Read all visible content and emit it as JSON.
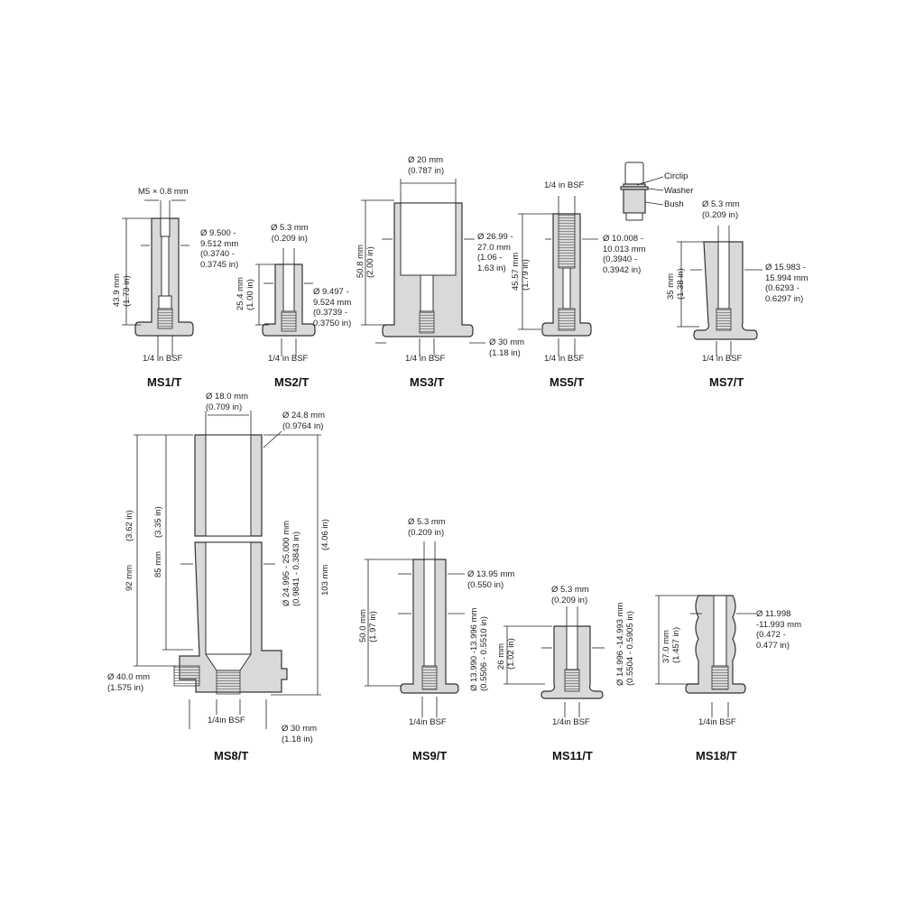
{
  "drawing": {
    "parts": [
      {
        "id": "MS1/T",
        "dims": {
          "thread_top": "M5 × 0.8 mm",
          "height": "43.9 mm",
          "height_in": "(1.73 in)",
          "od": "Ø 9.500 -\n9.512 mm\n(0.3740 -\n0.3745 in)",
          "thread_bottom": "1/4 in BSF"
        }
      },
      {
        "id": "MS2/T",
        "dims": {
          "bore": "Ø 5.3 mm",
          "bore_in": "(0.209 in)",
          "height": "25.4 mm",
          "height_in": "(1.00 in)",
          "od": "Ø 9.497 -\n9.524 mm\n(0.3739 -\n0.3750 in)",
          "thread_bottom": "1/4 in BSF"
        }
      },
      {
        "id": "MS3/T",
        "dims": {
          "bore": "Ø 20 mm",
          "bore_in": "(0.787 in)",
          "height": "50.8 mm",
          "height_in": "(2.00 in)",
          "od": "Ø 26.99 -\n27.0 mm\n(1.06 -\n1.63 in)",
          "flange": "Ø 30 mm",
          "flange_in": "(1.18 in)",
          "thread_bottom": "1/4 in BSF"
        }
      },
      {
        "id": "MS5/T",
        "dims": {
          "thread_top": "1/4 in BSF",
          "height": "45.57 mm",
          "height_in": "(1.79 in)",
          "od": "Ø 10.008 -\n10.013 mm\n(0.3940 -\n0.3942 in)",
          "thread_bottom": "1/4 in BSF"
        },
        "inset": {
          "labels": [
            "Circlip",
            "Washer",
            "Bush"
          ]
        }
      },
      {
        "id": "MS7/T",
        "dims": {
          "bore": "Ø 5.3 mm",
          "bore_in": "(0.209 in)",
          "height": "35 mm",
          "height_in": "(1.38 in)",
          "od": "Ø 15.983 -\n15.994 mm\n(0.6293 -\n0.6297 in)",
          "thread_bottom": "1/4 in BSF"
        }
      },
      {
        "id": "MS8/T",
        "dims": {
          "bore": "Ø 18.0 mm",
          "bore_in": "(0.709 in)",
          "top_od": "Ø 24.8 mm",
          "top_od_in": "(0.9764 in)",
          "height_a": "92 mm",
          "height_a_in": "(3.62 in)",
          "height_b": "85 mm",
          "height_b_in": "(3.35 in)",
          "od": "Ø 24.995 - 25.000 mm",
          "od_in": "(0.9841 - 0.3843 in)",
          "overall": "103 mm",
          "overall_in": "(4.06 in)",
          "hex": "Ø 40.0 mm",
          "hex_in": "(1.575 in)",
          "thread_bottom": "1/4in BSF",
          "flange": "Ø 30 mm",
          "flange_in": "(1.18 in)"
        }
      },
      {
        "id": "MS9/T",
        "dims": {
          "bore": "Ø 5.3 mm",
          "bore_in": "(0.209 in)",
          "top_od": "Ø 13.95 mm",
          "top_od_in": "(0.550 in)",
          "height": "50.0 mm",
          "height_in": "(1.97 in)",
          "od": "Ø 13.990 -13.996 mm",
          "od_in": "(0.5506 - 0.5510 in)",
          "thread_bottom": "1/4in BSF"
        }
      },
      {
        "id": "MS11/T",
        "dims": {
          "bore": "Ø 5.3 mm",
          "bore_in": "(0.209 in)",
          "height": "26 mm",
          "height_in": "(1.02 in)",
          "od": "Ø 14.996 -14.993 mm",
          "od_in": "(0.5504 - 0.5905 in)",
          "thread_bottom": "1/4in BSF"
        }
      },
      {
        "id": "MS18/T",
        "dims": {
          "height": "37.0 mm",
          "height_in": "(1.457 in)",
          "od": "Ø 11.998\n-11.993 mm\n(0.472 -\n0.477 in)",
          "thread_bottom": "1/4in BSF"
        }
      }
    ]
  }
}
